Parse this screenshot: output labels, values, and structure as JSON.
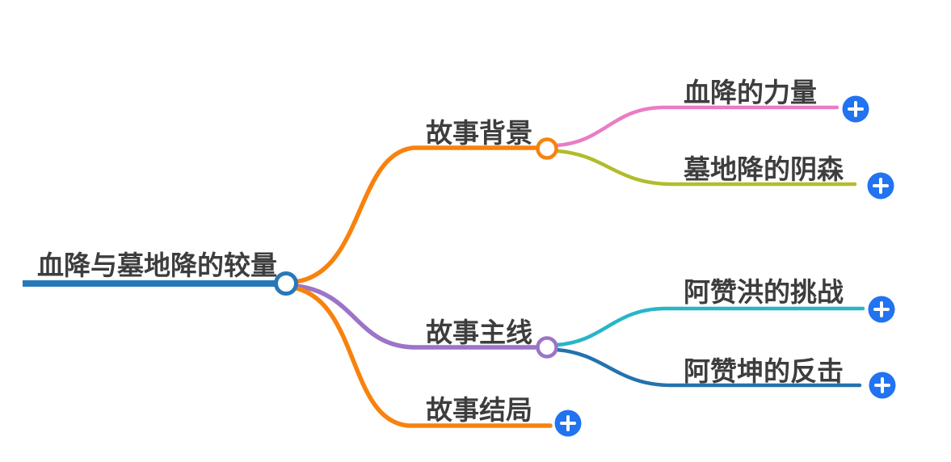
{
  "colors": {
    "text": "#3d3d3d",
    "root_line": "#2878b8",
    "branch_background_line": "#f8820d",
    "branch_mainline_line": "#9c74c8",
    "branch_ending_line": "#f8820d",
    "child_blood_power_line": "#e97dc5",
    "child_grave_gloom_line": "#b2bc2b",
    "child_azanhong_line": "#26b6c7",
    "child_azankun_line": "#2372ae",
    "add_button": "#2173f0",
    "add_button_glyph": "#ffffff",
    "node_handle_fill": "#ffffff"
  },
  "mindmap": {
    "root": {
      "label": "血降与墓地降的较量"
    },
    "branches": [
      {
        "label": "故事背景",
        "children": [
          {
            "label": "血降的力量"
          },
          {
            "label": "墓地降的阴森"
          }
        ]
      },
      {
        "label": "故事主线",
        "children": [
          {
            "label": "阿赞洪的挑战"
          },
          {
            "label": "阿赞坤的反击"
          }
        ]
      },
      {
        "label": "故事结局",
        "children": []
      }
    ]
  }
}
